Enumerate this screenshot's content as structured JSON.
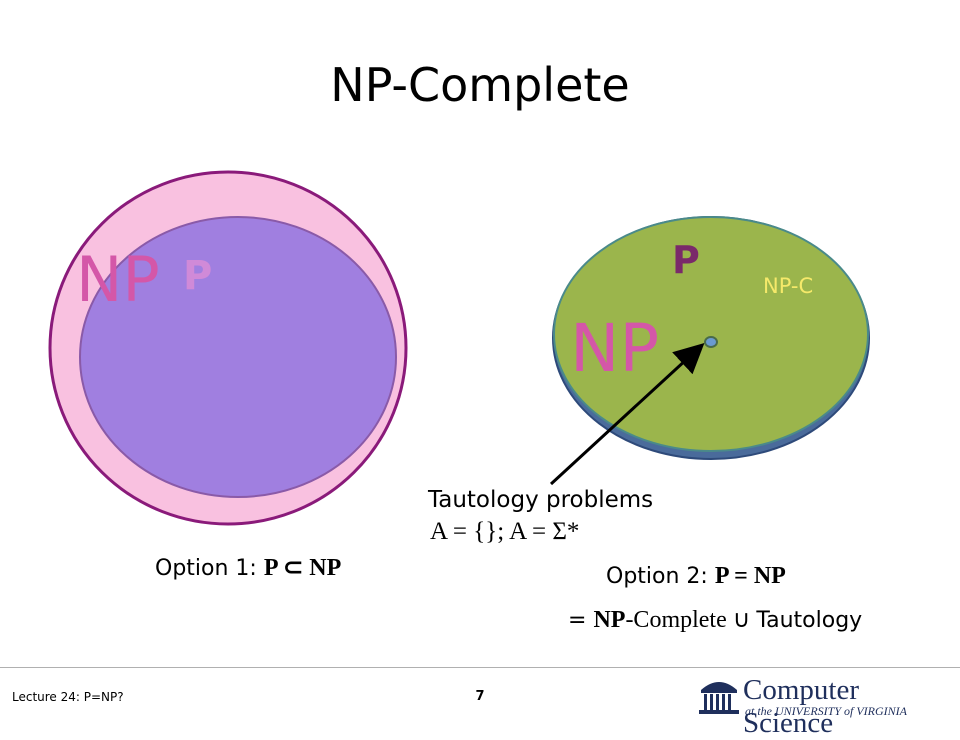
{
  "slide": {
    "title": "NP-Complete",
    "page_number": "7",
    "footer": "Lecture 24: P=NP?"
  },
  "option1": {
    "np_label": "NP",
    "p_label": "P",
    "caption_prefix": "Option 1: ",
    "caption_math": "P ⊂ NP"
  },
  "option2": {
    "p_label": "P",
    "npc_label": "NP-C",
    "np_label": "NP",
    "tautology_label": "Tautology problems",
    "tautology_math": "A = {}; A = Σ*",
    "caption_prefix": "Option 2: ",
    "caption_math": "P = NP",
    "equals_prefix": "= ",
    "equals_np": "NP",
    "equals_complete": "-Complete ∪ ",
    "equals_tautology": "Tautology"
  },
  "logo": {
    "title": "Computer Science",
    "subtitle": "at the UNIVERSITY of VIRGINIA"
  },
  "colors": {
    "np_fill": "#f9c1e0",
    "np_stroke": "#8a1a7a",
    "p_fill": "#a07fe0",
    "p_stroke": "#8a5aa8",
    "green_fill": "#9bb54c",
    "green_stroke": "#4a6b9b",
    "np_text": "#d457a8",
    "p_text": "#d08ad8",
    "green_p_text": "#7a2a6a",
    "npc_text": "#f5e96a"
  }
}
